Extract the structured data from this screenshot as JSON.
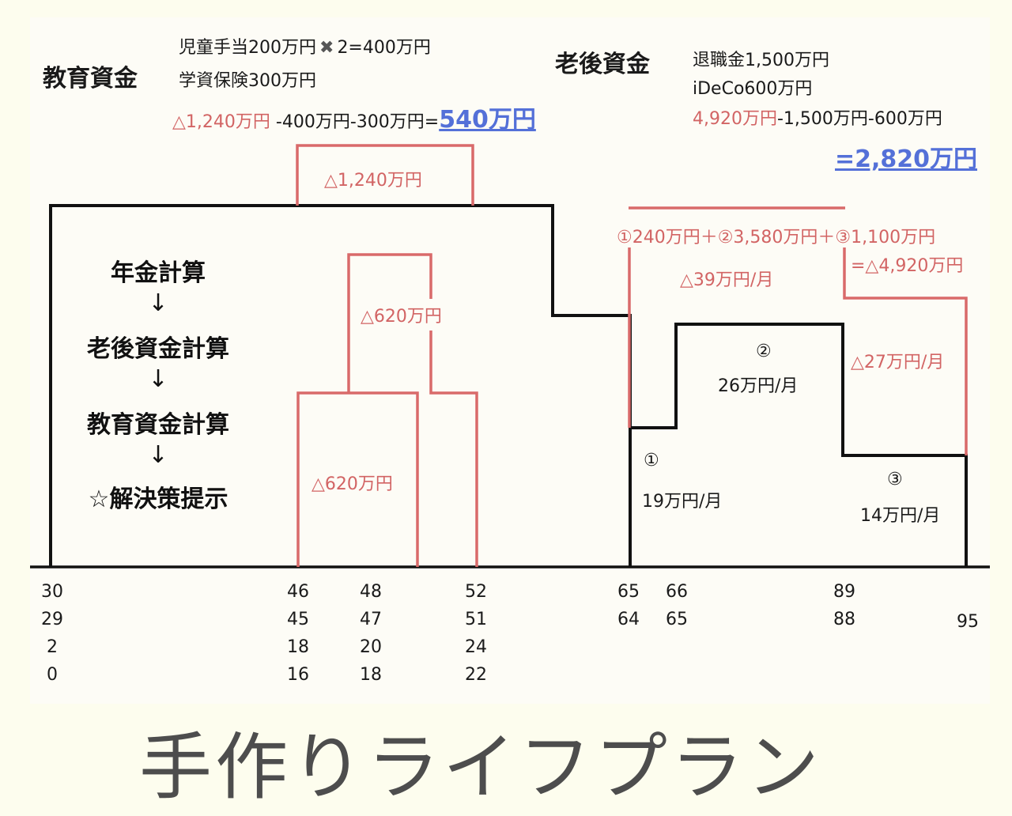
{
  "education": {
    "heading": "教育資金",
    "line1": "児童手当200万円",
    "line1_multiplier_icon": "✖",
    "line1_tail": "2=400万円",
    "line2": "学資保険300万円",
    "calc_red": "△1,240万円",
    "calc_black": " -400万円-300万円=",
    "result": "540万円"
  },
  "retirement": {
    "heading": "老後資金",
    "line1": "退職金1,500万円",
    "line2": "iDeCo600万円",
    "calc_red": "4,920万円",
    "calc_black": "-1,500万円-600万円",
    "result": "=2,820万円"
  },
  "flow": {
    "steps": [
      "年金計算",
      "老後資金計算",
      "教育資金計算",
      "☆解決策提示"
    ],
    "arrow": "↓"
  },
  "diagram": {
    "deficit_1240": "△1,240万円",
    "deficit_620_upper": "△620万円",
    "deficit_620_lower": "△620万円",
    "retire_sum_line1": "①240万円＋②3,580万円＋③1,100万円",
    "retire_sum_line2": "=△4,920万円",
    "deficit_39": "△39万円/月",
    "deficit_27": "△27万円/月",
    "period1_marker": "①",
    "period1_income": "19万円/月",
    "period2_marker": "②",
    "period2_income": "26万円/月",
    "period3_marker": "③",
    "period3_income": "14万円/月"
  },
  "ages": {
    "col30": [
      "30",
      "29",
      "2",
      "0"
    ],
    "col46": [
      "46",
      "45",
      "18",
      "16"
    ],
    "col48": [
      "48",
      "47",
      "20",
      "18"
    ],
    "col52": [
      "52",
      "51",
      "24",
      "22"
    ],
    "col65": [
      "65",
      "64"
    ],
    "col66": [
      "66",
      "65"
    ],
    "col89": [
      "89",
      "88"
    ],
    "col95": [
      "95"
    ]
  },
  "colors": {
    "income_line": "#111111",
    "deficit_line": "#d96a6a",
    "deficit_text": "#d26464",
    "result_blue": "#5470d8",
    "title_gray": "#4d4d4d",
    "background": "#fdfdee",
    "panel": "#fdfcf6"
  },
  "title": "手作りライフプラン"
}
